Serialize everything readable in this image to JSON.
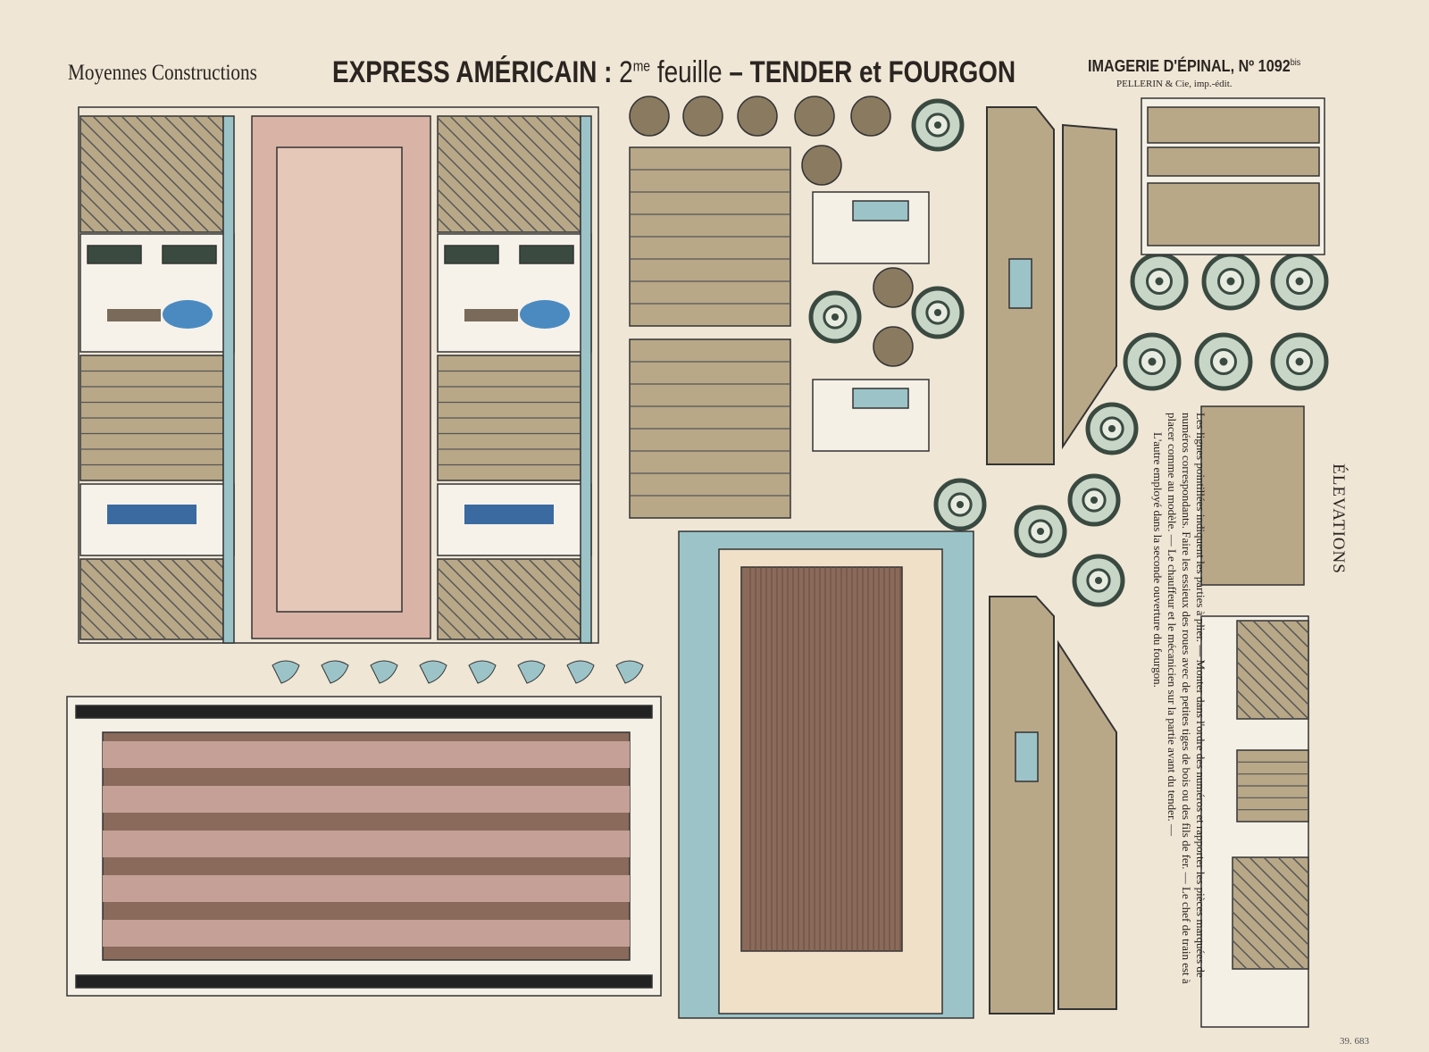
{
  "header": {
    "series": "Moyennes Constructions",
    "title_main": "EXPRESS AMÉRICAIN :",
    "title_sheet_num": "2",
    "title_sheet_sup": "me",
    "title_sheet_word": "feuille",
    "title_parts": "– TENDER et FOURGON",
    "publisher": "IMAGERIE D'ÉPINAL, Nº 1092",
    "publisher_sup": "bis",
    "printer": "PELLERIN & Cie, imp.-édit."
  },
  "instructions": {
    "main": "Les lignes pointillées indiquent les parties à plier. — Monter dans l'ordre des numéros et rapporter les pièces marquées de numéros correspondants. Faire les essieux des roues avec de petites tiges de bois ou des fils de fer. — Le chef de train est à placer comme au modèle. — Le chauffeur et le mécanicien sur la partie avant du tender. —",
    "last": "L'autre employé dans la seconde ouverture du fourgon."
  },
  "elevations_label": "ÉLEVATIONS",
  "inventory_mark": "39. 683",
  "colors": {
    "paper": "#efe6d6",
    "wood": "#b8a888",
    "pink": "#d9b4a6",
    "blue": "#9cc4c8",
    "dark": "#3a4a40",
    "brown": "#8a6a5a"
  }
}
